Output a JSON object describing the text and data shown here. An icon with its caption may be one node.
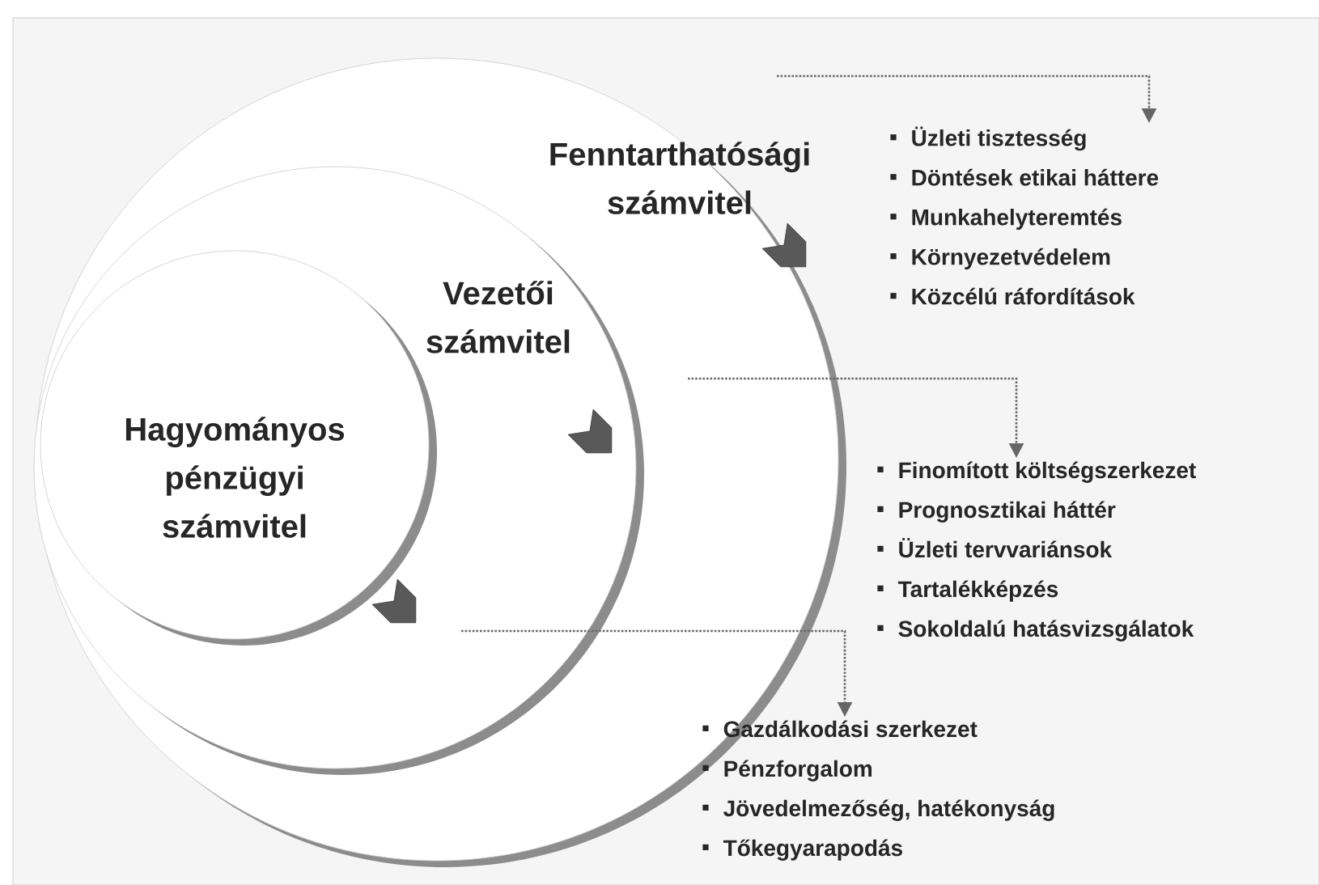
{
  "diagram": {
    "nodes": [
      {
        "text": [
          "Fenntarthatósági számvitel"
        ]
      },
      {
        "text": [
          "Vezetői számvitel"
        ],
        "in": 0
      },
      {
        "text": [
          "Hagyományos pénzügyi számvitel"
        ],
        "in": 1
      },
      {
        "text": [
          "Üzleti tisztesség",
          "Döntések etikai háttere",
          "Munkahelyteremtés",
          "Környezetvédelem",
          "Közcélú ráfordítások"
        ]
      },
      {
        "text": [
          "Finomított költségszerkezet",
          "Prognosztikai háttér",
          "Üzleti tervvariánsok",
          "Tartalékképzés",
          "Sokoldalú hatásvizsgálatok"
        ]
      },
      {
        "text": [
          "Gazdálkodási szerkezet",
          "Pénzforgalom",
          "Jövedelmezőség, hatékonyság",
          "Tőkegyarapodás"
        ]
      }
    ],
    "edges": [
      {
        "from": null,
        "to": 3,
        "arrow": "to",
        "style": "dashed"
      },
      {
        "from": null,
        "to": 4,
        "arrow": "to",
        "style": "dashed"
      },
      {
        "from": null,
        "to": 5,
        "arrow": "to",
        "style": "dashed"
      }
    ]
  }
}
